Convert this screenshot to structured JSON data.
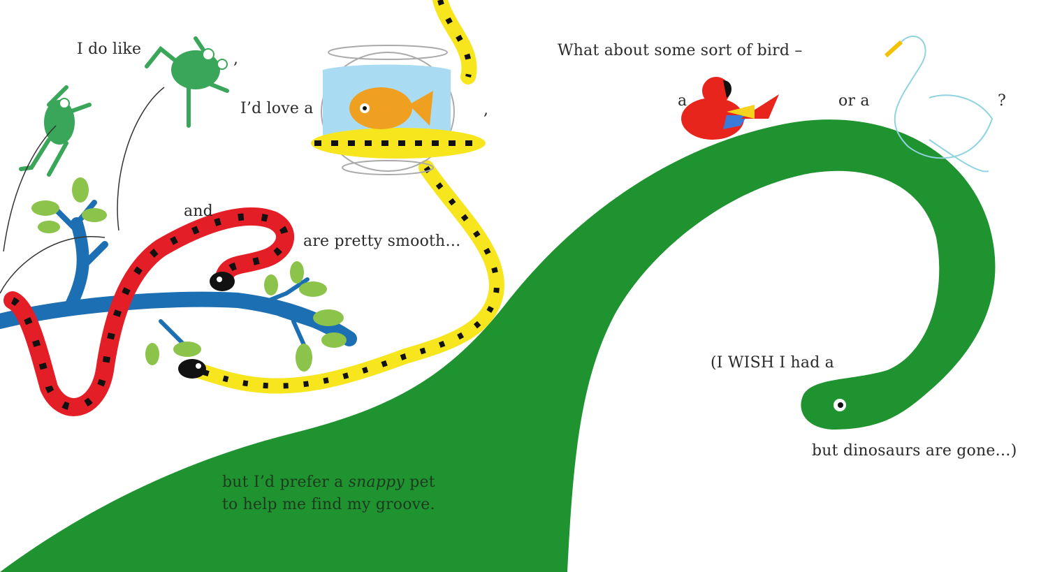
{
  "text": {
    "i_do_like": "I do like",
    "comma1": ",",
    "id_love_a": "I’d love a",
    "comma2": ",",
    "and": "and",
    "are_pretty_smooth": "are pretty smooth…",
    "but_prefer_1": "but I’d prefer a ",
    "snappy": "snappy",
    "but_prefer_2": " pet",
    "groove": "to help me find my groove.",
    "what_about": "What about some sort of bird –",
    "a": "a",
    "or_a": "or a",
    "question": "?",
    "i_wish": "(I WISH I had a",
    "dinosaurs_gone": "but dinosaurs are gone…)"
  },
  "colors": {
    "dinosaur": "#1f9330",
    "frog": "#3aa65a",
    "red_snake": "#e41e26",
    "yellow_snake": "#f7e51e",
    "branch": "#1d6fb3",
    "leaf": "#8cc34a",
    "parrot": "#e8251c",
    "fish": "#f0a020",
    "water": "#a9dcf2"
  }
}
